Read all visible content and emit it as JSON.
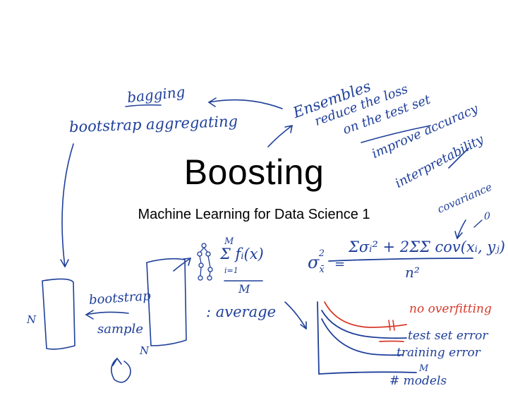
{
  "slide": {
    "title": "Boosting",
    "subtitle": "Machine Learning for Data Science 1"
  },
  "notes": {
    "bagging": "bagging",
    "bootstrap_aggregating": "bootstrap aggregating",
    "ensembles_1": "Ensembles",
    "ensembles_2": "reduce the loss",
    "ensembles_3": "on the test set",
    "improve_accuracy": "improve accuracy",
    "interpretability": "interpretability",
    "covariance": "covariance",
    "arrow_zero": "0",
    "sigma_lhs": "σ",
    "sigma_lhs_sub": "x̄",
    "sigma_lhs_sup": "2",
    "eq_sign": "=",
    "variance_numerator": "Σσᵢ² + 2ΣΣ cov(xᵢ, yⱼ)",
    "variance_denominator": "n²",
    "sum_formula": "Σ fᵢ(x)",
    "sum_upper": "M",
    "sum_lower": "i=1",
    "sum_denominator": "M",
    "average": ": average",
    "bootstrap": "bootstrap",
    "sample": "sample",
    "n_left": "N",
    "n_right": "N",
    "no_overfitting": "no overfitting",
    "test_set_error": "test set error",
    "training_error": "training error",
    "x_axis_m": "M",
    "models": "# models"
  },
  "colors": {
    "ink_blue": "#1f3f9a",
    "ink_red": "#d83a2a",
    "text": "#000000",
    "background": "#ffffff"
  }
}
